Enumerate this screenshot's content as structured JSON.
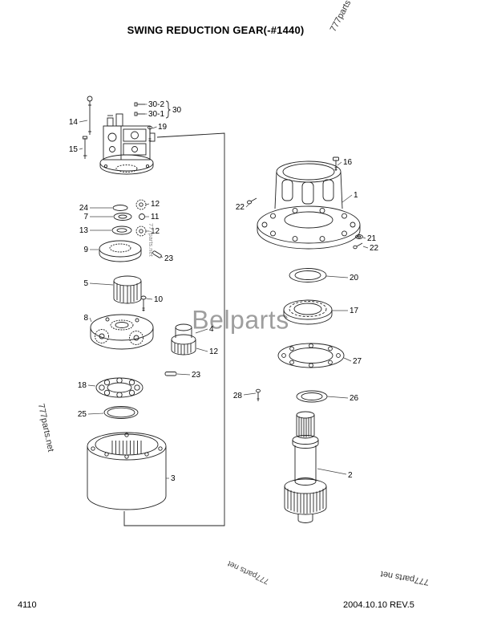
{
  "page": {
    "title": "SWING REDUCTION GEAR(-#1440)",
    "page_number": "4110",
    "revision": "2004.10.10 REV.5"
  },
  "watermarks": {
    "top_right": "777parts",
    "left_side": "777parts.net",
    "inner_small": "777parts.net",
    "center": "Belparts",
    "bottom_center": "777parts net",
    "bottom_right": "777parts net"
  },
  "diagram": {
    "labels": [
      "30-2",
      "30-1",
      "30",
      "19",
      "14",
      "15",
      "24",
      "7",
      "13",
      "12",
      "11",
      "12",
      "9",
      "23",
      "5",
      "10",
      "8",
      "4",
      "12",
      "23",
      "18",
      "25",
      "3",
      "16",
      "1",
      "22",
      "21",
      "22",
      "20",
      "17",
      "27",
      "28",
      "26",
      "2"
    ]
  }
}
